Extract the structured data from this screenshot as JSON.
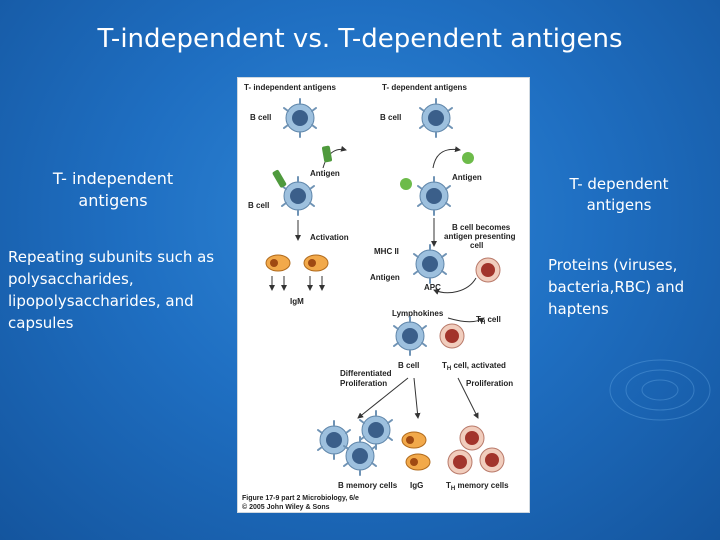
{
  "slide": {
    "title": "T-independent vs. T-dependent antigens",
    "left_heading": "T- independent antigens",
    "left_body": "Repeating subunits such as polysaccharides, lipopolysaccharides, and capsules",
    "right_heading": "T- dependent antigens",
    "right_body": "Proteins (viruses, bacteria,RBC) and haptens"
  },
  "figure": {
    "heading_left": "T- independent antigens",
    "heading_right": "T- dependent antigens",
    "b_cell": "B cell",
    "antigen": "Antigen",
    "activation": "Activation",
    "igm": "IgM",
    "mhc": "MHC II",
    "apc_note_1": "B cell becomes",
    "apc_note_2": "antigen presenting",
    "apc_note_3": "cell",
    "apc": "APC",
    "lymphokines": "Lymphokines",
    "th_cell": "T",
    "th_sub": "H",
    "th_cell_suffix": " cell",
    "th_activated_suffix": " cell, activated",
    "differentiated": "Differentiated",
    "proliferation": "Proliferation",
    "b_memory": "B memory cells",
    "igg": "IgG",
    "th_memory_suffix": " memory cells",
    "caption_1": "Figure 17-9 part 2  Microbiology, 6/e",
    "caption_2": "© 2005 John Wiley & Sons"
  },
  "colors": {
    "background": "#1f6fc2",
    "bcell": "#8fb6d6",
    "nucleus": "#3b5f8a",
    "tcell": "#f0c9b8",
    "tnucleus": "#a2342b",
    "antigen": "#4f9a3d",
    "plasma": "#f2a94a"
  }
}
